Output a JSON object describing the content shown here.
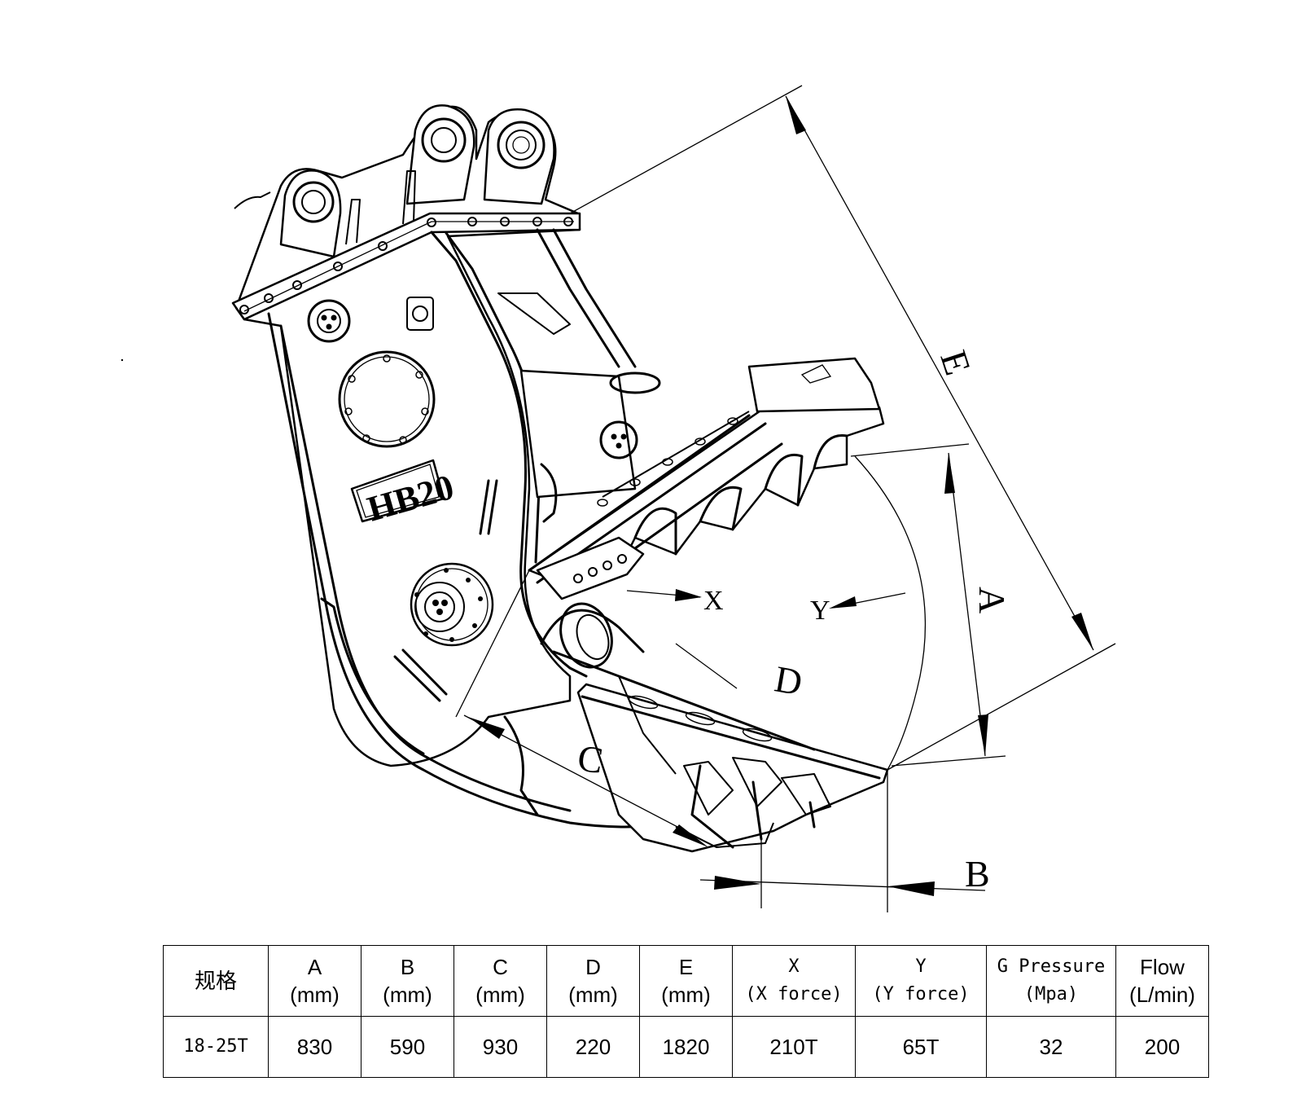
{
  "diagram": {
    "model_plate": "HB20",
    "dimension_labels": {
      "A": "A",
      "B": "B",
      "C": "C",
      "D": "D",
      "E": "E",
      "X": "X",
      "Y": "Y"
    }
  },
  "spec_table": {
    "headers": [
      {
        "line1": "规格",
        "line2": ""
      },
      {
        "line1": "A",
        "line2": "(mm)"
      },
      {
        "line1": "B",
        "line2": "(mm)"
      },
      {
        "line1": "C",
        "line2": "(mm)"
      },
      {
        "line1": "D",
        "line2": "(mm)"
      },
      {
        "line1": "E",
        "line2": "(mm)"
      },
      {
        "line1": "X",
        "line2": "(X force)"
      },
      {
        "line1": "Y",
        "line2": "(Y force)"
      },
      {
        "line1": "G Pressure",
        "line2": "(Mpa)"
      },
      {
        "line1": "Flow",
        "line2": "(L/min)"
      }
    ],
    "row": [
      "18-25T",
      "830",
      "590",
      "930",
      "220",
      "1820",
      "210T",
      "65T",
      "32",
      "200"
    ]
  }
}
